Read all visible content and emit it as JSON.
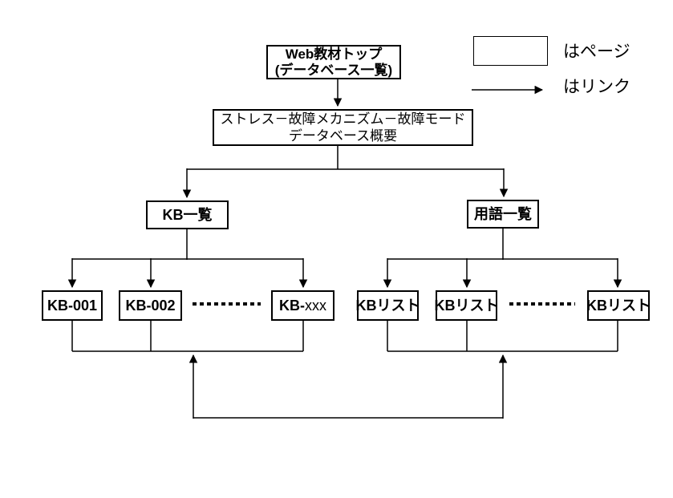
{
  "diagram": {
    "root": {
      "line1": "Web教材トップ",
      "line2": "(データベース一覧)"
    },
    "overview": {
      "line1": "ストレス－故障メカニズム－故障モード",
      "line2": "データベース概要"
    },
    "kb_index": {
      "label": "KB一覧"
    },
    "term_index": {
      "label": "用語一覧"
    },
    "kb_pages": {
      "first": "KB-001",
      "second": "KB-002",
      "last_prefix": "KB-",
      "last_suffix": "xxx"
    },
    "term_pages": {
      "first": "KBリスト",
      "second": "KBリスト",
      "third": "KBリスト"
    },
    "legend": {
      "page_label": "はページ",
      "link_label": "はリンク"
    }
  },
  "colors": {
    "line": "#000000",
    "background": "#ffffff"
  }
}
